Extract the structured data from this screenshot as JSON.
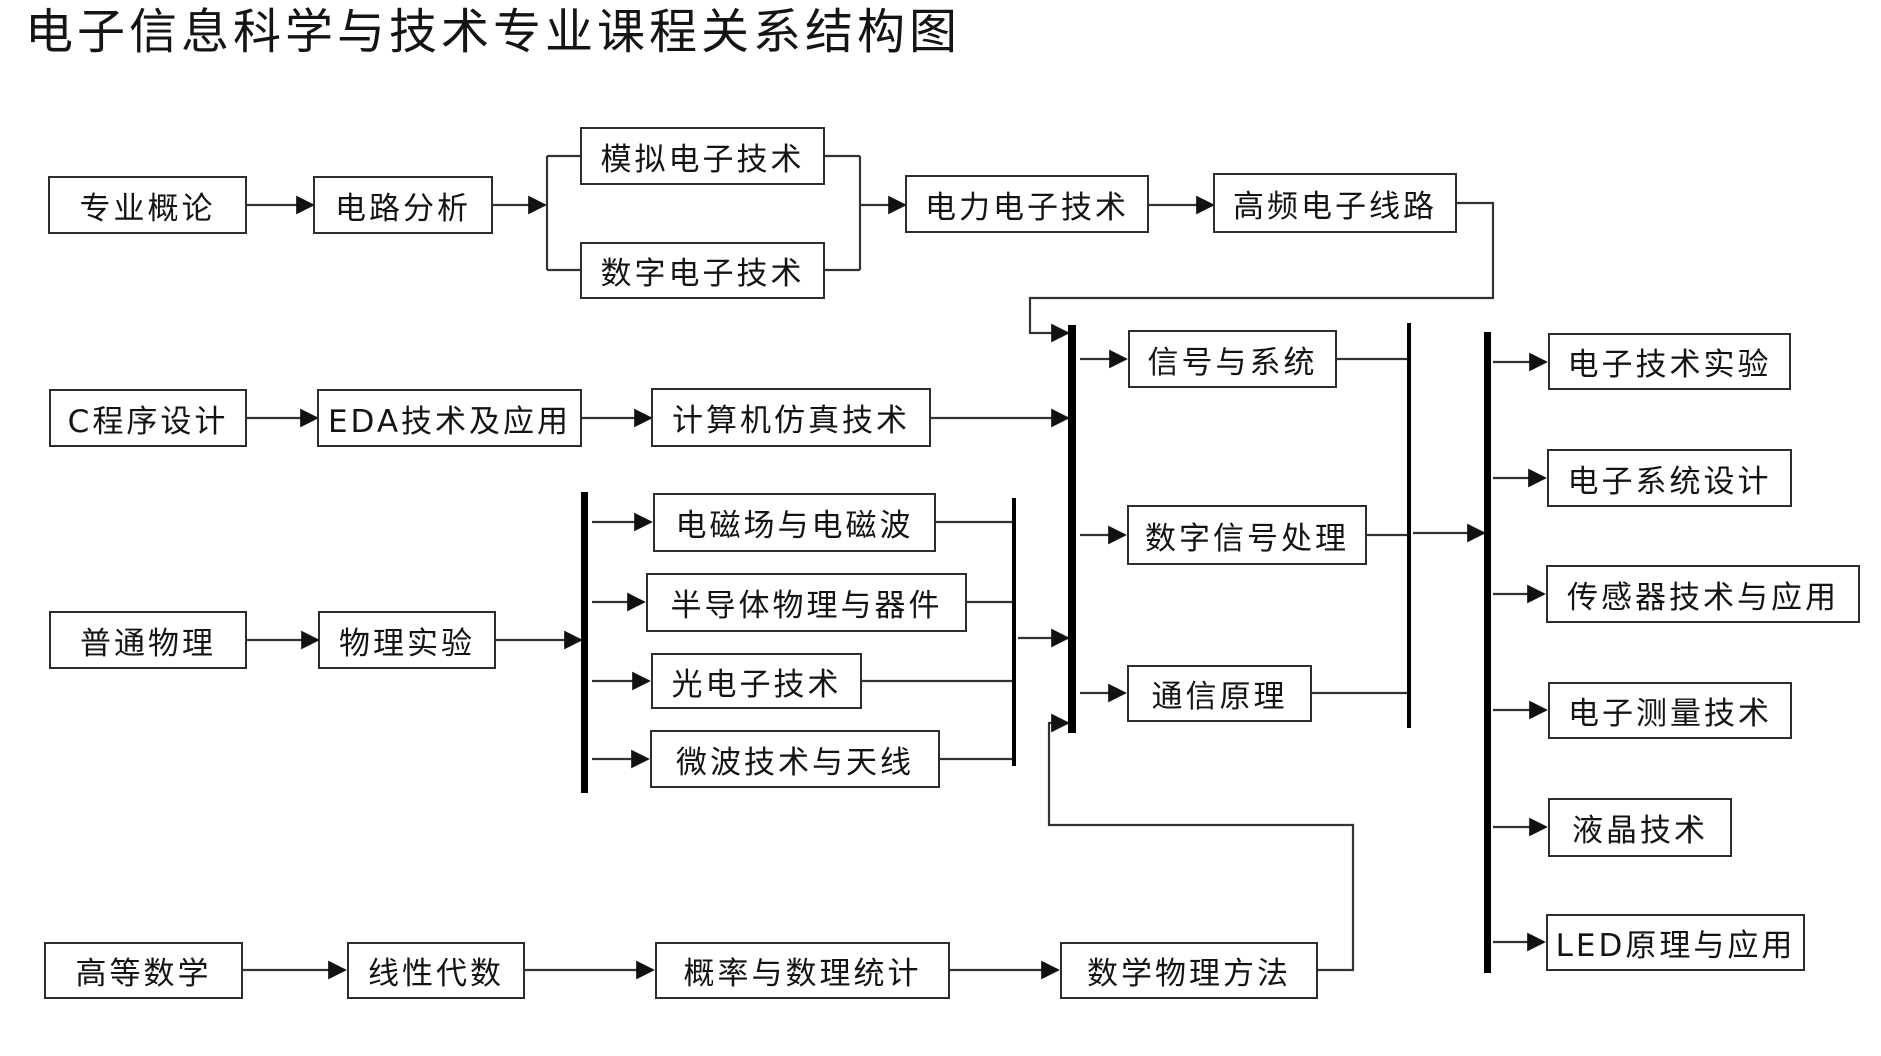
{
  "page": {
    "title": "电子信息科学与技术专业课程关系结构图"
  },
  "diagram": {
    "nodes": [
      {
        "id": "major-introduction",
        "label": "专业概论"
      },
      {
        "id": "circuit-analysis",
        "label": "电路分析"
      },
      {
        "id": "analog-electronics",
        "label": "模拟电子技术"
      },
      {
        "id": "digital-electronics",
        "label": "数字电子技术"
      },
      {
        "id": "power-electronics",
        "label": "电力电子技术"
      },
      {
        "id": "high-frequency-circuits",
        "label": "高频电子线路"
      },
      {
        "id": "c-programming",
        "label": "C程序设计"
      },
      {
        "id": "eda-technology",
        "label": "EDA技术及应用"
      },
      {
        "id": "computer-simulation",
        "label": "计算机仿真技术"
      },
      {
        "id": "general-physics",
        "label": "普通物理"
      },
      {
        "id": "physics-experiment",
        "label": "物理实验"
      },
      {
        "id": "electromagnetic-fields-waves",
        "label": "电磁场与电磁波"
      },
      {
        "id": "semiconductor-physics-devices",
        "label": "半导体物理与器件"
      },
      {
        "id": "optoelectronics",
        "label": "光电子技术"
      },
      {
        "id": "microwave-antenna",
        "label": "微波技术与天线"
      },
      {
        "id": "signals-systems",
        "label": "信号与系统"
      },
      {
        "id": "digital-signal-processing",
        "label": "数字信号处理"
      },
      {
        "id": "communication-principles",
        "label": "通信原理"
      },
      {
        "id": "advanced-mathematics",
        "label": "高等数学"
      },
      {
        "id": "linear-algebra",
        "label": "线性代数"
      },
      {
        "id": "probability-statistics",
        "label": "概率与数理统计"
      },
      {
        "id": "mathematical-physics-methods",
        "label": "数学物理方法"
      },
      {
        "id": "electronics-experiment",
        "label": "电子技术实验"
      },
      {
        "id": "electronic-system-design",
        "label": "电子系统设计"
      },
      {
        "id": "sensor-technology",
        "label": "传感器技术与应用"
      },
      {
        "id": "electronic-measurement",
        "label": "电子测量技术"
      },
      {
        "id": "lcd-technology",
        "label": "液晶技术"
      },
      {
        "id": "led-principles",
        "label": "LED原理与应用"
      }
    ],
    "edges": [
      {
        "from": "major-introduction",
        "to": "circuit-analysis"
      },
      {
        "from": "circuit-analysis",
        "to": "analog-electronics"
      },
      {
        "from": "circuit-analysis",
        "to": "digital-electronics"
      },
      {
        "from": "analog-electronics",
        "to": "power-electronics"
      },
      {
        "from": "digital-electronics",
        "to": "power-electronics"
      },
      {
        "from": "power-electronics",
        "to": "high-frequency-circuits"
      },
      {
        "from": "high-frequency-circuits",
        "to": "core-hub"
      },
      {
        "from": "c-programming",
        "to": "eda-technology"
      },
      {
        "from": "eda-technology",
        "to": "computer-simulation"
      },
      {
        "from": "computer-simulation",
        "to": "core-hub"
      },
      {
        "from": "general-physics",
        "to": "physics-experiment"
      },
      {
        "from": "physics-experiment",
        "to": "physics-hub"
      },
      {
        "from": "physics-hub",
        "to": "electromagnetic-fields-waves"
      },
      {
        "from": "physics-hub",
        "to": "semiconductor-physics-devices"
      },
      {
        "from": "physics-hub",
        "to": "optoelectronics"
      },
      {
        "from": "physics-hub",
        "to": "microwave-antenna"
      },
      {
        "from": "electromagnetic-fields-waves",
        "to": "physics-collector"
      },
      {
        "from": "semiconductor-physics-devices",
        "to": "physics-collector"
      },
      {
        "from": "optoelectronics",
        "to": "physics-collector"
      },
      {
        "from": "microwave-antenna",
        "to": "physics-collector"
      },
      {
        "from": "physics-collector",
        "to": "core-hub"
      },
      {
        "from": "core-hub",
        "to": "signals-systems"
      },
      {
        "from": "core-hub",
        "to": "digital-signal-processing"
      },
      {
        "from": "core-hub",
        "to": "communication-principles"
      },
      {
        "from": "signals-systems",
        "to": "advanced-collector"
      },
      {
        "from": "digital-signal-processing",
        "to": "advanced-collector"
      },
      {
        "from": "communication-principles",
        "to": "advanced-collector"
      },
      {
        "from": "advanced-collector",
        "to": "application-hub"
      },
      {
        "from": "application-hub",
        "to": "electronics-experiment"
      },
      {
        "from": "application-hub",
        "to": "electronic-system-design"
      },
      {
        "from": "application-hub",
        "to": "sensor-technology"
      },
      {
        "from": "application-hub",
        "to": "electronic-measurement"
      },
      {
        "from": "application-hub",
        "to": "lcd-technology"
      },
      {
        "from": "application-hub",
        "to": "led-principles"
      },
      {
        "from": "advanced-mathematics",
        "to": "linear-algebra"
      },
      {
        "from": "linear-algebra",
        "to": "probability-statistics"
      },
      {
        "from": "probability-statistics",
        "to": "mathematical-physics-methods"
      },
      {
        "from": "mathematical-physics-methods",
        "to": "core-hub"
      }
    ]
  }
}
